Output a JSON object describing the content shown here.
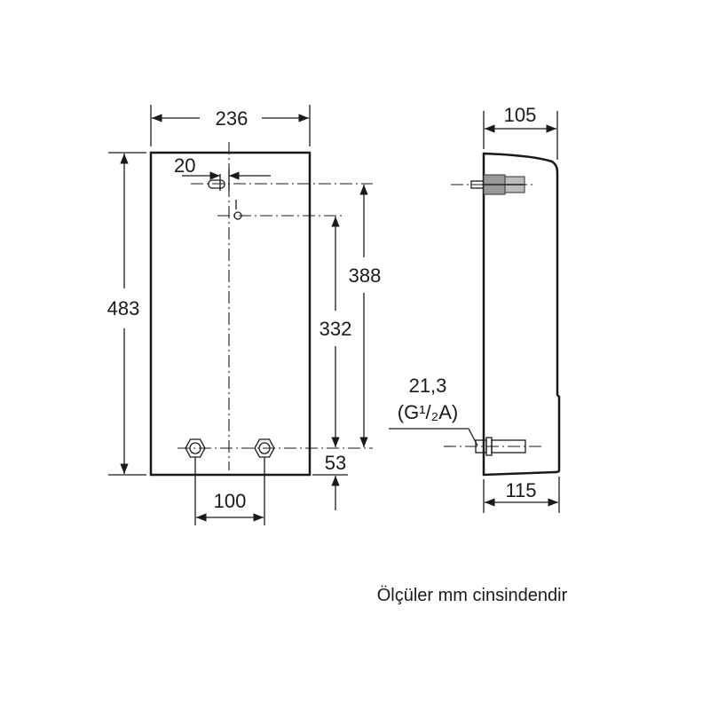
{
  "front_view": {
    "width_label": "236",
    "height_label": "483",
    "offset_label": "20",
    "dim_upper_label": "388",
    "dim_lower_label": "332",
    "bottom_offset_label": "53",
    "pipe_spacing_label": "100"
  },
  "side_view": {
    "top_depth_label": "105",
    "bottom_depth_label": "115",
    "connection_size_label": "21,3",
    "thread_label": "(G¹/₂A)"
  },
  "caption": "Ölçüler mm cinsindendir"
}
